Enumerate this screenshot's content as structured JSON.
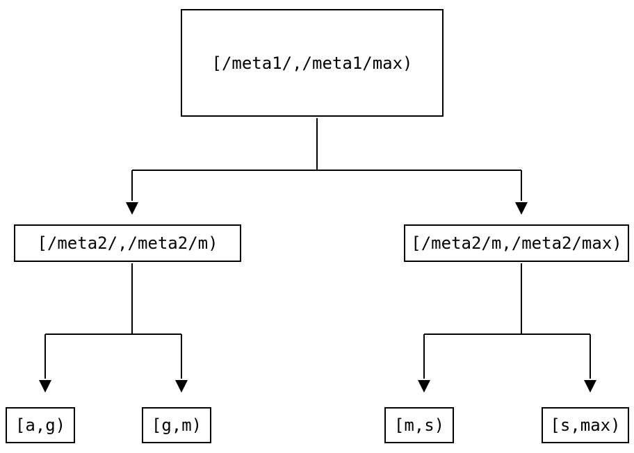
{
  "diagram": {
    "kind": "interval-partition-tree",
    "colors": {
      "background": "#ffffff",
      "line": "#000000",
      "box_border": "#000000",
      "text": "#000000"
    },
    "tree": {
      "nodes": [
        {
          "id": "root",
          "label": "[/meta1/,/meta1/max)",
          "level": 0
        },
        {
          "id": "meta2-low",
          "label": "[/meta2/,/meta2/m)",
          "level": 1
        },
        {
          "id": "meta2-high",
          "label": "[/meta2/m,/meta2/max)",
          "level": 1
        },
        {
          "id": "leaf-ag",
          "label": "[a,g)",
          "level": 2
        },
        {
          "id": "leaf-gm",
          "label": "[g,m)",
          "level": 2
        },
        {
          "id": "leaf-ms",
          "label": "[m,s)",
          "level": 2
        },
        {
          "id": "leaf-smax",
          "label": "[s,max)",
          "level": 2
        }
      ],
      "edges": [
        {
          "from": "root",
          "to": "meta2-low"
        },
        {
          "from": "root",
          "to": "meta2-high"
        },
        {
          "from": "meta2-low",
          "to": "leaf-ag"
        },
        {
          "from": "meta2-low",
          "to": "leaf-gm"
        },
        {
          "from": "meta2-high",
          "to": "leaf-ms"
        },
        {
          "from": "meta2-high",
          "to": "leaf-smax"
        }
      ]
    }
  }
}
